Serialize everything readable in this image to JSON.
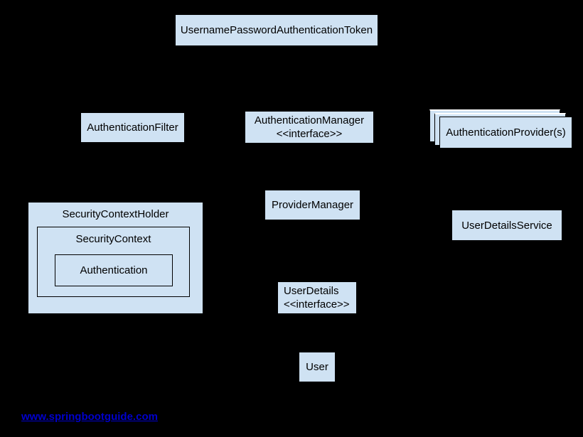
{
  "diagram": {
    "nodes": {
      "token": {
        "label": "UsernamePasswordAuthenticationToken"
      },
      "filter": {
        "label": "AuthenticationFilter"
      },
      "manager": {
        "line1": "AuthenticationManager",
        "line2": "<<interface>>"
      },
      "providers": {
        "label": "AuthenticationProvider(s)"
      },
      "provider_manager": {
        "label": "ProviderManager"
      },
      "user_details_service": {
        "label": "UserDetailsService"
      },
      "security_context_holder": {
        "label": "SecurityContextHolder"
      },
      "security_context": {
        "label": "SecurityContext"
      },
      "authentication": {
        "label": "Authentication"
      },
      "user_details": {
        "line1": "UserDetails",
        "line2": "<<interface>>"
      },
      "user": {
        "label": "User"
      }
    },
    "footer": {
      "link_text": "www.springbootguide.com"
    },
    "colors": {
      "background": "#000000",
      "box_fill": "#cfe2f3",
      "box_border": "#000000",
      "text": "#000000",
      "link": "#0000cc",
      "stack_highlight": "#ffffff"
    }
  }
}
